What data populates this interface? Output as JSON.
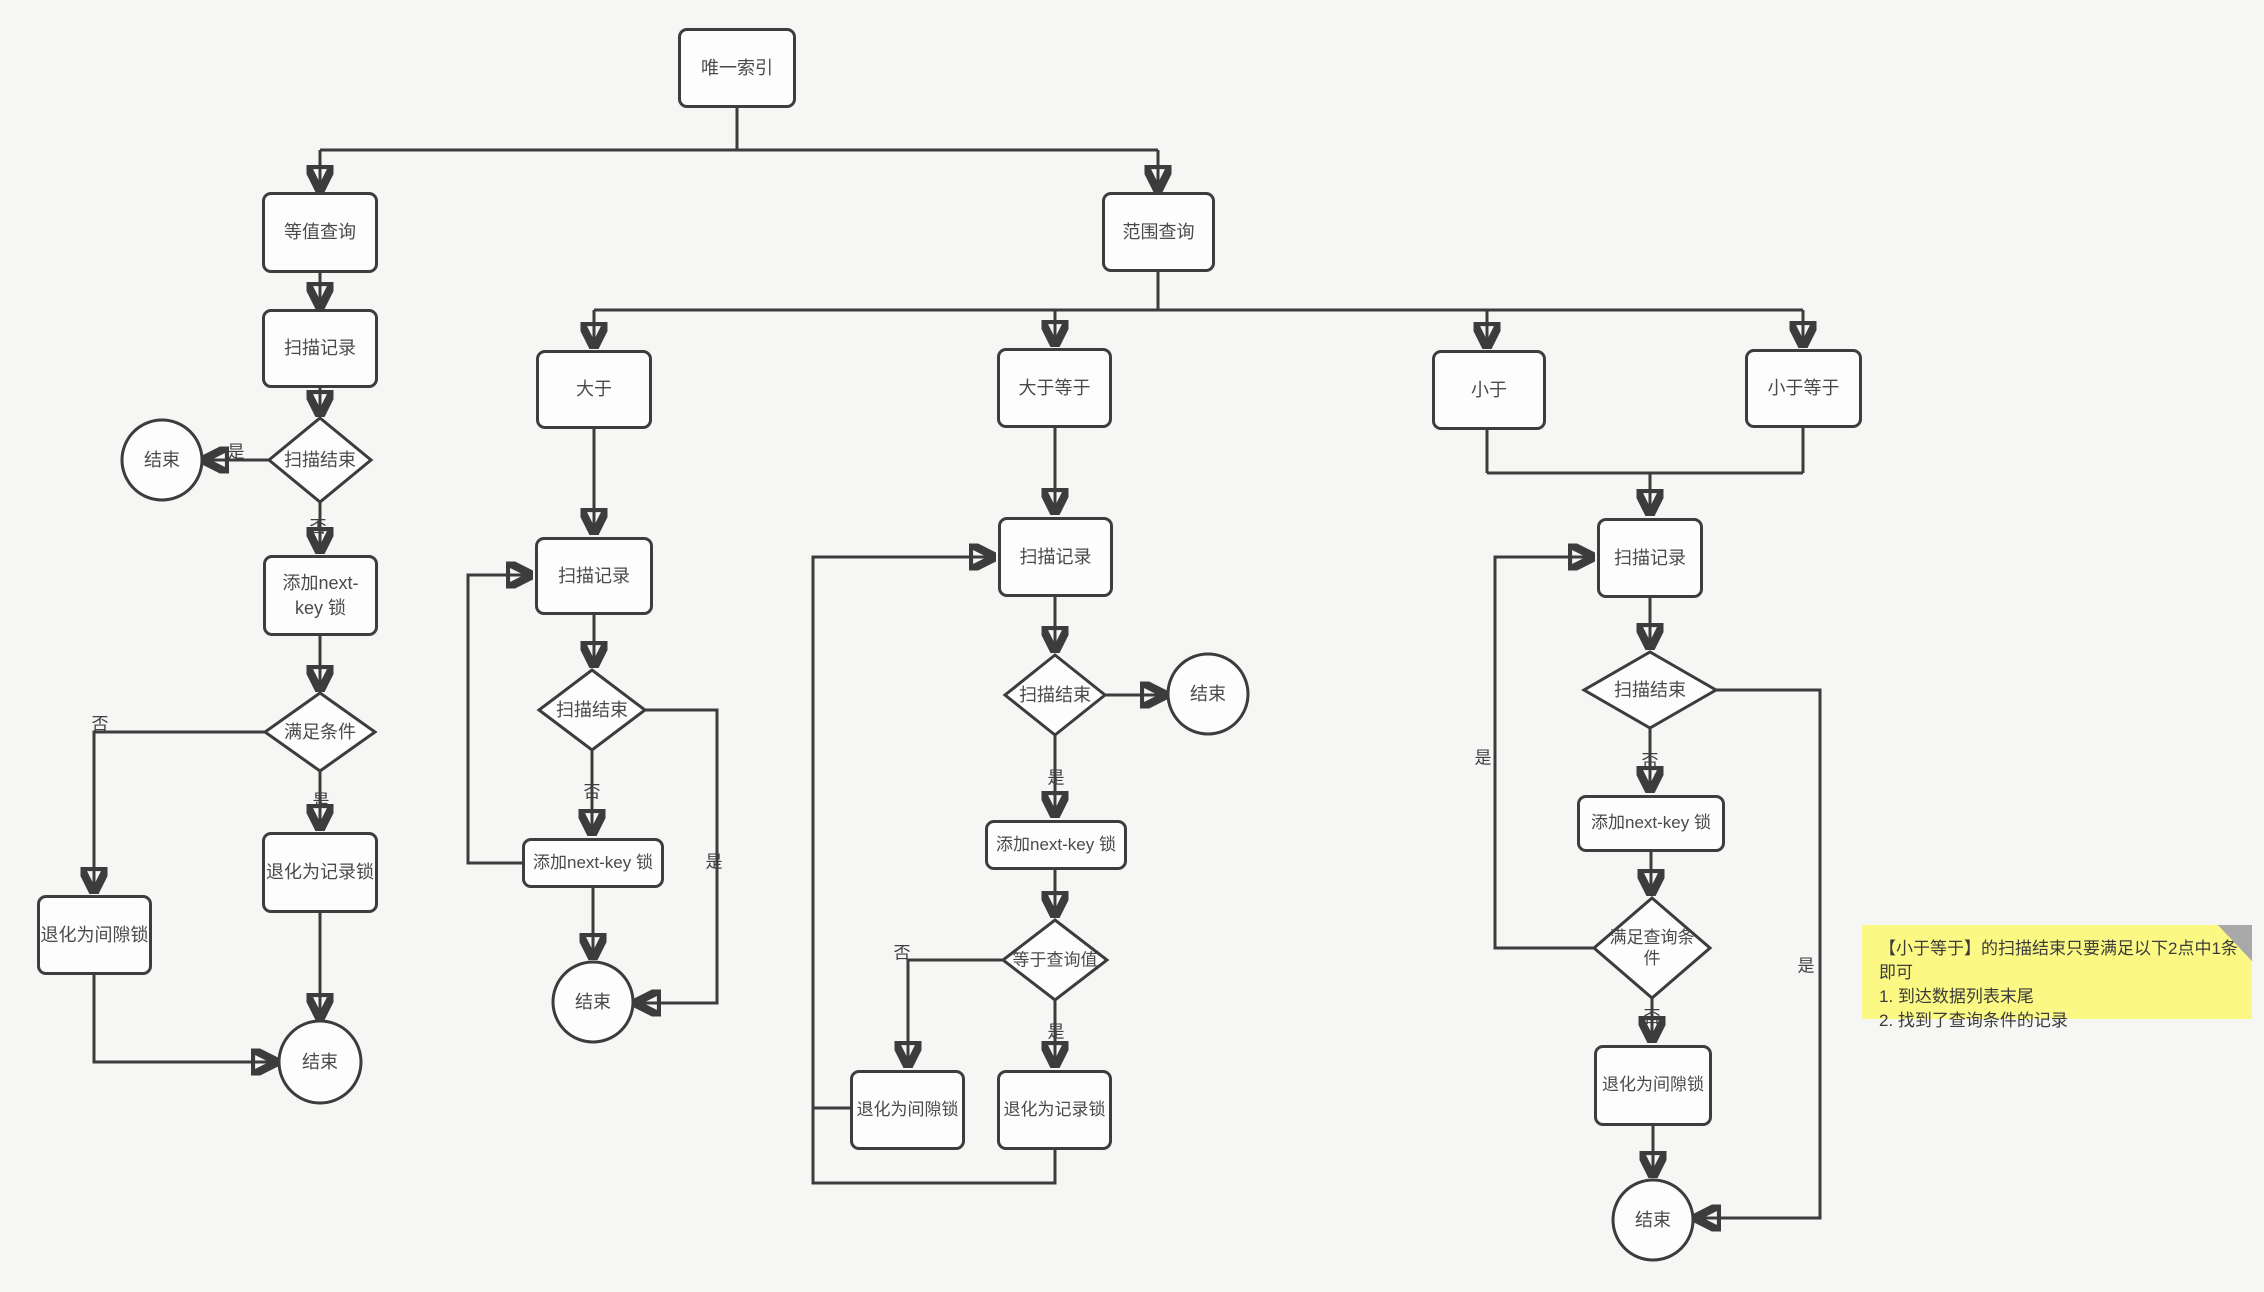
{
  "labels": {
    "yes": "是",
    "no": "否"
  },
  "nodes": {
    "root": "唯一索引",
    "eq": "等值查询",
    "range": "范围查询",
    "eq_scan": "扫描记录",
    "eq_scan_end": "扫描结束",
    "eq_end_top": "结束",
    "eq_add_lock": "添加next-key 锁",
    "eq_cond": "满足条件",
    "eq_record_lock": "退化为记录锁",
    "eq_gap_lock": "退化为间隙锁",
    "eq_end_bottom": "结束",
    "gt": "大于",
    "gt_scan": "扫描记录",
    "gt_scan_end": "扫描结束",
    "gt_add_lock": "添加next-key 锁",
    "gt_end": "结束",
    "gte": "大于等于",
    "gte_scan": "扫描记录",
    "gte_scan_end": "扫描结束",
    "gte_end": "结束",
    "gte_add_lock": "添加next-key 锁",
    "gte_eq_value": "等于查询值",
    "gte_gap_lock": "退化为间隙锁",
    "gte_record_lock": "退化为记录锁",
    "lt": "小于",
    "lte": "小于等于",
    "lt_scan": "扫描记录",
    "lt_scan_end": "扫描结束",
    "lt_add_lock": "添加next-key 锁",
    "lt_cond": "满足查询条件",
    "lt_gap_lock": "退化为间隙锁",
    "lt_end": "结束"
  },
  "note": {
    "line1": "【小于等于】的扫描结束只要满足以下2点中1条即可",
    "line2": "1. 到达数据列表末尾",
    "line3": "2. 找到了查询条件的记录",
    "background": "#fbf884"
  },
  "colors": {
    "background": "#f6f6f5",
    "ink": "#3c3c3c",
    "node_fill": "#fdfdfd",
    "note_fold": "#a8a8a8"
  }
}
